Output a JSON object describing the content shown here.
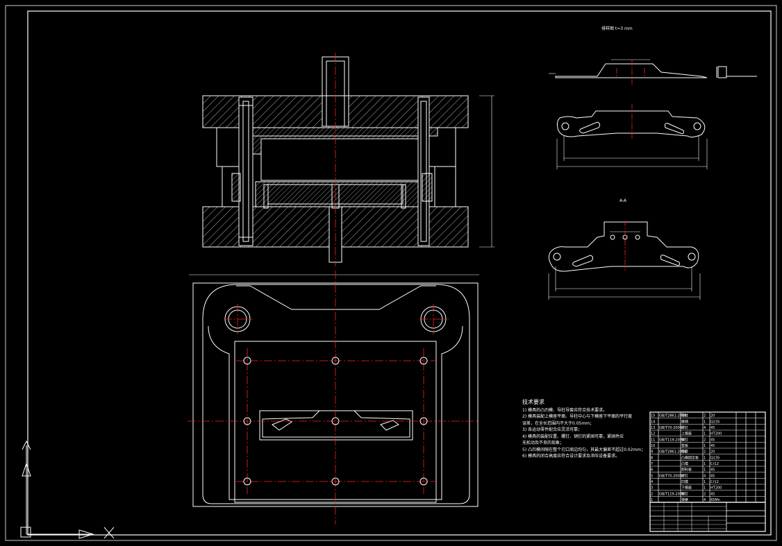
{
  "drawing": {
    "strip_label": "排样图 t=3  mm",
    "section_label": "A-A",
    "notes_title": "技术要求",
    "notes": [
      "1) 模具的凸凹模、导柱导套应符合技术要求。",
      "2) 模具装配上模座平面、导柱中心与下模座下平面的平行度",
      "   误差，在全长范围内不大于0.05mm；",
      "3) 各运动零件配合应灵活可靠；",
      "4) 模具的装配位置、螺钉、销钉的紧固可靠，紧固件应",
      "   无松动及不良的现象；",
      "5) 凸凹模间隙在整个刃口周边均匀，其最大偏差不超过0.02mm；",
      "6) 模具的闭合高度应符合设计要求及冲压设备要求。"
    ]
  },
  "bom": {
    "rows": [
      [
        "15",
        "GB/T2861-2008",
        "导柱",
        "2",
        "20",
        ""
      ],
      [
        "14",
        "",
        "模柄",
        "1",
        "Q235",
        ""
      ],
      [
        "13",
        "GB/T70-2000",
        "螺钉",
        "4",
        "45",
        ""
      ],
      [
        "12",
        "",
        "上模座",
        "1",
        "HT200",
        ""
      ],
      [
        "11",
        "GB/T119-2000",
        "销钉",
        "2",
        "45",
        ""
      ],
      [
        "10",
        "",
        "垫板",
        "1",
        "45",
        ""
      ],
      [
        "9",
        "GB/T2861-2008",
        "导套",
        "2",
        "20",
        ""
      ],
      [
        "8",
        "",
        "凸模固定板",
        "1",
        "Q235",
        ""
      ],
      [
        "7",
        "",
        "凸模",
        "1",
        "Cr12",
        ""
      ],
      [
        "6",
        "",
        "卸料板",
        "1",
        "45",
        ""
      ],
      [
        "5",
        "GB/T70-2000",
        "螺钉",
        "4",
        "45",
        ""
      ],
      [
        "4",
        "",
        "凹模",
        "1",
        "Cr12",
        ""
      ],
      [
        "3",
        "",
        "下模座",
        "1",
        "HT200",
        ""
      ],
      [
        "2",
        "GB/T119-2000",
        "销钉",
        "2",
        "45",
        ""
      ],
      [
        "1",
        "",
        "弹簧",
        "4",
        "65Mn",
        ""
      ]
    ]
  },
  "colors": {
    "line": "#ffffff",
    "center": "#ff2020",
    "bg": "#000000"
  }
}
